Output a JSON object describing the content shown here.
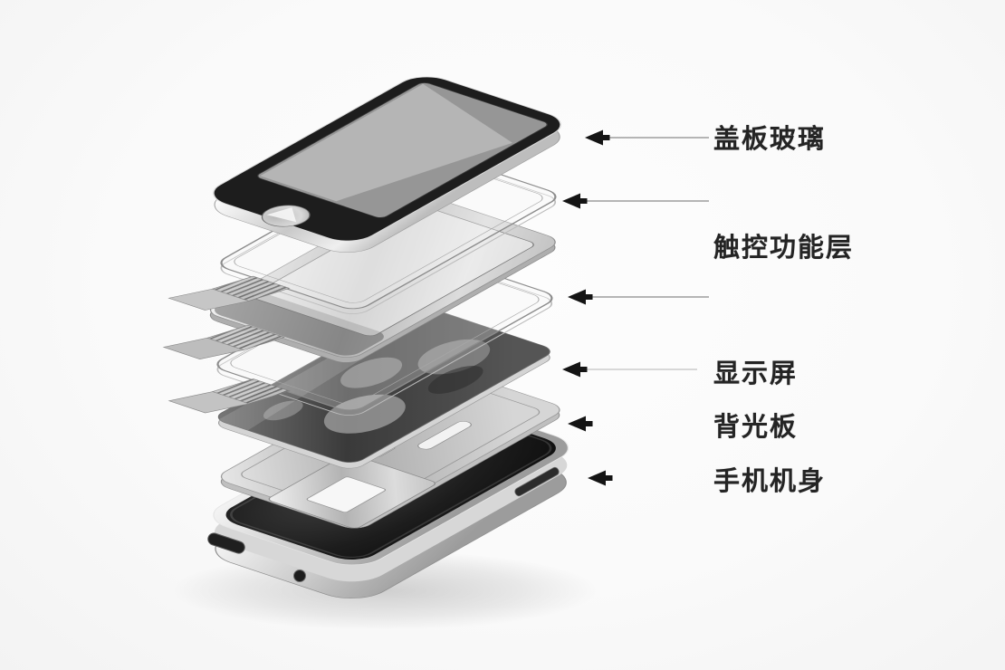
{
  "figure": {
    "kind": "exploded-view-diagram",
    "subject": "smartphone-layer-stack",
    "layers": [
      {
        "id": "cover-glass"
      },
      {
        "id": "touch-film-upper"
      },
      {
        "id": "touch-frame"
      },
      {
        "id": "touch-film-lower"
      },
      {
        "id": "display-panel"
      },
      {
        "id": "backlight-panel"
      },
      {
        "id": "phone-body"
      }
    ]
  },
  "callouts": {
    "labels": [
      {
        "id": "cover-glass",
        "text": "盖板玻璃"
      },
      {
        "id": "touch-function-layer",
        "text": "触控功能层"
      },
      {
        "id": "display-screen",
        "text": "显示屏"
      },
      {
        "id": "backlight-panel",
        "text": "背光板"
      },
      {
        "id": "phone-body",
        "text": "手机机身"
      }
    ]
  },
  "colors": {
    "background": "#fafafa",
    "label_text": "#242424",
    "arrowhead": "#141414",
    "leader_line": "#8a8a8a",
    "bezel_black": "#1d1d1d",
    "metal_light": "#ededed",
    "metal_mid": "#b5b5b5",
    "display_dark": "#383838",
    "body_interior": "#161616"
  }
}
